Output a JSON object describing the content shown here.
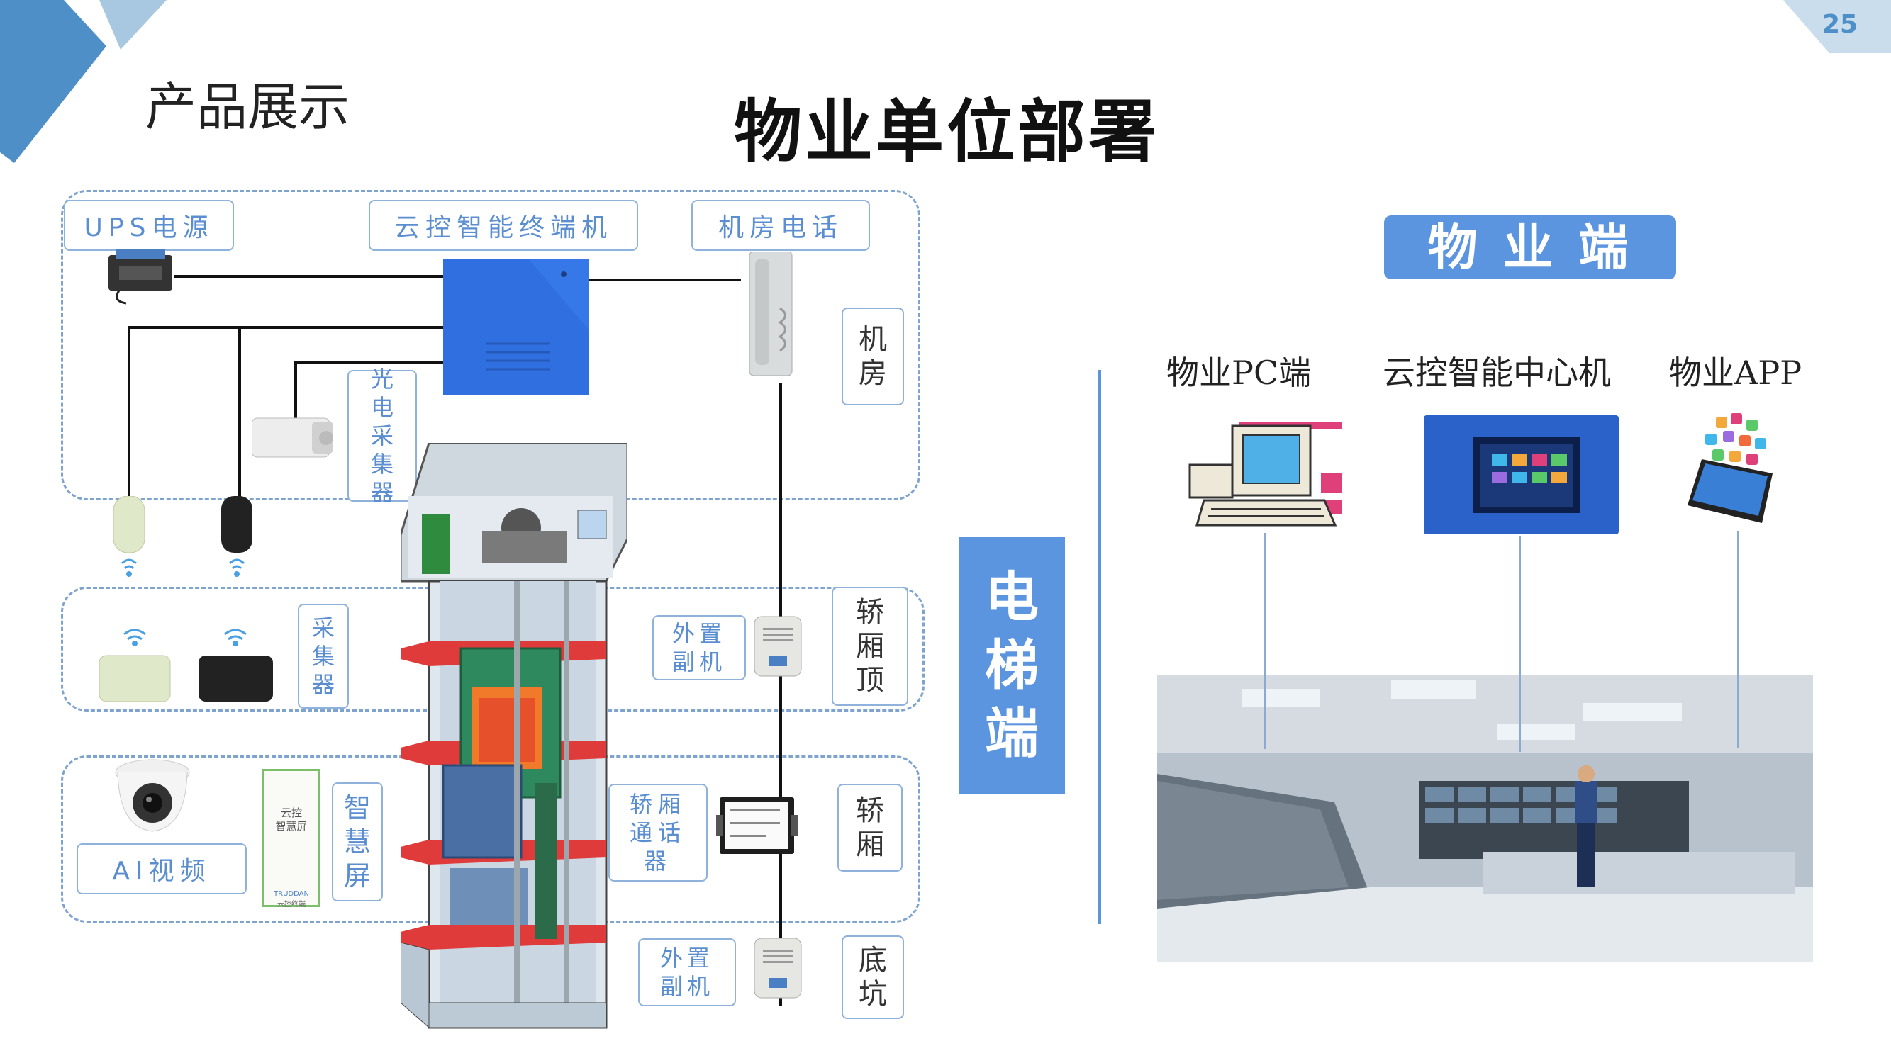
{
  "header": {
    "section_title": "产品展示",
    "main_title": "物业单位部署",
    "page_number": "25"
  },
  "left": {
    "labels": {
      "ups": "UPS电源",
      "terminal": "云控智能终端机",
      "room_phone": "机房电话",
      "photo_collector": [
        "光",
        "电",
        "采",
        "集",
        "器"
      ],
      "room": [
        "机",
        "房"
      ],
      "collector": [
        "采",
        "集",
        "器"
      ],
      "ext_phone_top": "外置副机",
      "car_top": [
        "轿",
        "厢",
        "顶"
      ],
      "ai_video": "AI视频",
      "smart_screen": [
        "智",
        "慧",
        "屏"
      ],
      "car_intercom": [
        "轿厢",
        "通话",
        "器"
      ],
      "car": [
        "轿",
        "厢"
      ],
      "ext_phone_bottom": "外置副机",
      "pit": [
        "底",
        "坑"
      ],
      "screen_device_text": "云控\n智慧屏",
      "screen_device_brand": "TRUDDAN",
      "screen_device_sub": "云控终端"
    }
  },
  "middle": {
    "elevator_side": [
      "电",
      "梯",
      "端"
    ]
  },
  "right": {
    "property_side": "物 业 端",
    "devices": [
      "物业PC端",
      "云控智能中心机",
      "物业APP"
    ]
  },
  "colors": {
    "accent_blue": "#5b95e0",
    "dash_blue": "#7ea3cf",
    "label_blue": "#5a8ed0",
    "device_blue": "#2f6fe0",
    "elevator_red": "#e03b3b",
    "corner_blue": "#4e8fc7",
    "corner_light": "#a8c8e2"
  }
}
